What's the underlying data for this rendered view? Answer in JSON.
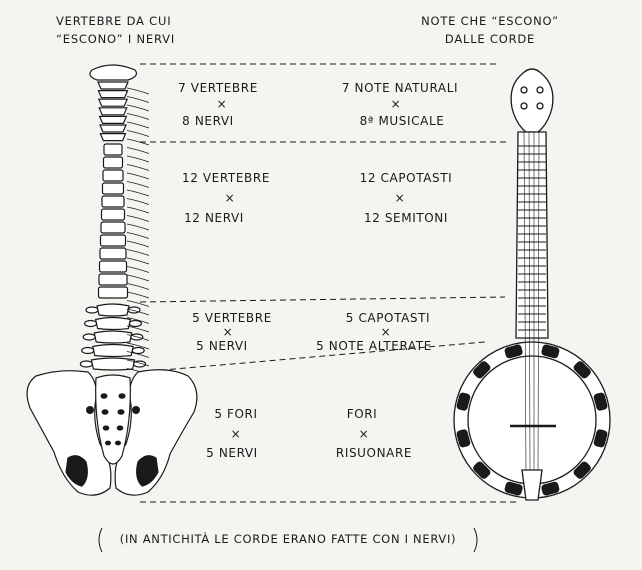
{
  "headers": {
    "left": [
      "VERTEBRE DA CUI",
      "“ESCONO” I NERVI"
    ],
    "right": [
      "NOTE CHE “ESCONO”",
      "DALLE CORDE"
    ]
  },
  "rows": [
    {
      "left": [
        "7 VERTEBRE",
        "×",
        "8 NERVI"
      ],
      "right": [
        "7 NOTE NATURALI",
        "×",
        "8ª MUSICALE"
      ]
    },
    {
      "left": [
        "12 VERTEBRE",
        "×",
        "12 NERVI"
      ],
      "right": [
        "12 CAPOTASTI",
        "×",
        "12 SEMITONI"
      ]
    },
    {
      "left": [
        "5 VERTEBRE",
        "×",
        "5 NERVI"
      ],
      "right": [
        "5 CAPOTASTI",
        "×",
        "5 NOTE ALTERATE"
      ]
    },
    {
      "left": [
        "5 FORI",
        "×",
        "5 NERVI"
      ],
      "right": [
        "FORI",
        "×",
        "RISUONARE"
      ]
    }
  ],
  "footnote": "(IN ANTICHITÀ LE CORDE ERANO FATTE CON I NERVI)",
  "illustrations": {
    "left": "spine-and-pelvis",
    "right": "banjo"
  },
  "colors": {
    "ink": "#1a1a1a",
    "paper": "#f4f4f1",
    "bone": "#ffffff"
  }
}
